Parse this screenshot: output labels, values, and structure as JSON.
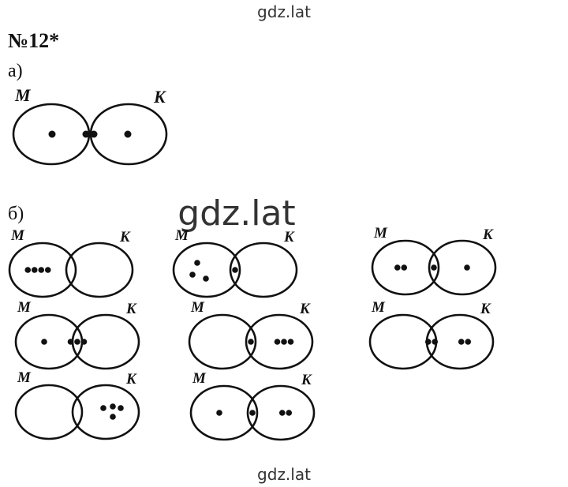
{
  "watermark_top": "gdz.lat",
  "watermark_center": "gdz.lat",
  "watermark_bottom": "gdz.lat",
  "problem_number": "№12*",
  "part_a": "а)",
  "part_b": "б)",
  "set_left_label": "M",
  "set_right_label": "K",
  "colors": {
    "ink": "#111111",
    "background": "#ffffff"
  },
  "diagram_a": {
    "left_only": 1,
    "intersection": 2,
    "right_only": 1
  },
  "diagrams_b": [
    {
      "left_only": 4,
      "intersection": 0,
      "right_only": 0
    },
    {
      "left_only": 3,
      "intersection": 1,
      "right_only": 0
    },
    {
      "left_only": 2,
      "intersection": 1,
      "right_only": 1
    },
    {
      "left_only": 1,
      "intersection": 3,
      "right_only": 0
    },
    {
      "left_only": 0,
      "intersection": 1,
      "right_only": 3
    },
    {
      "left_only": 0,
      "intersection": 2,
      "right_only": 2
    },
    {
      "left_only": 0,
      "intersection": 0,
      "right_only": 4
    },
    {
      "left_only": 1,
      "intersection": 1,
      "right_only": 2
    }
  ]
}
